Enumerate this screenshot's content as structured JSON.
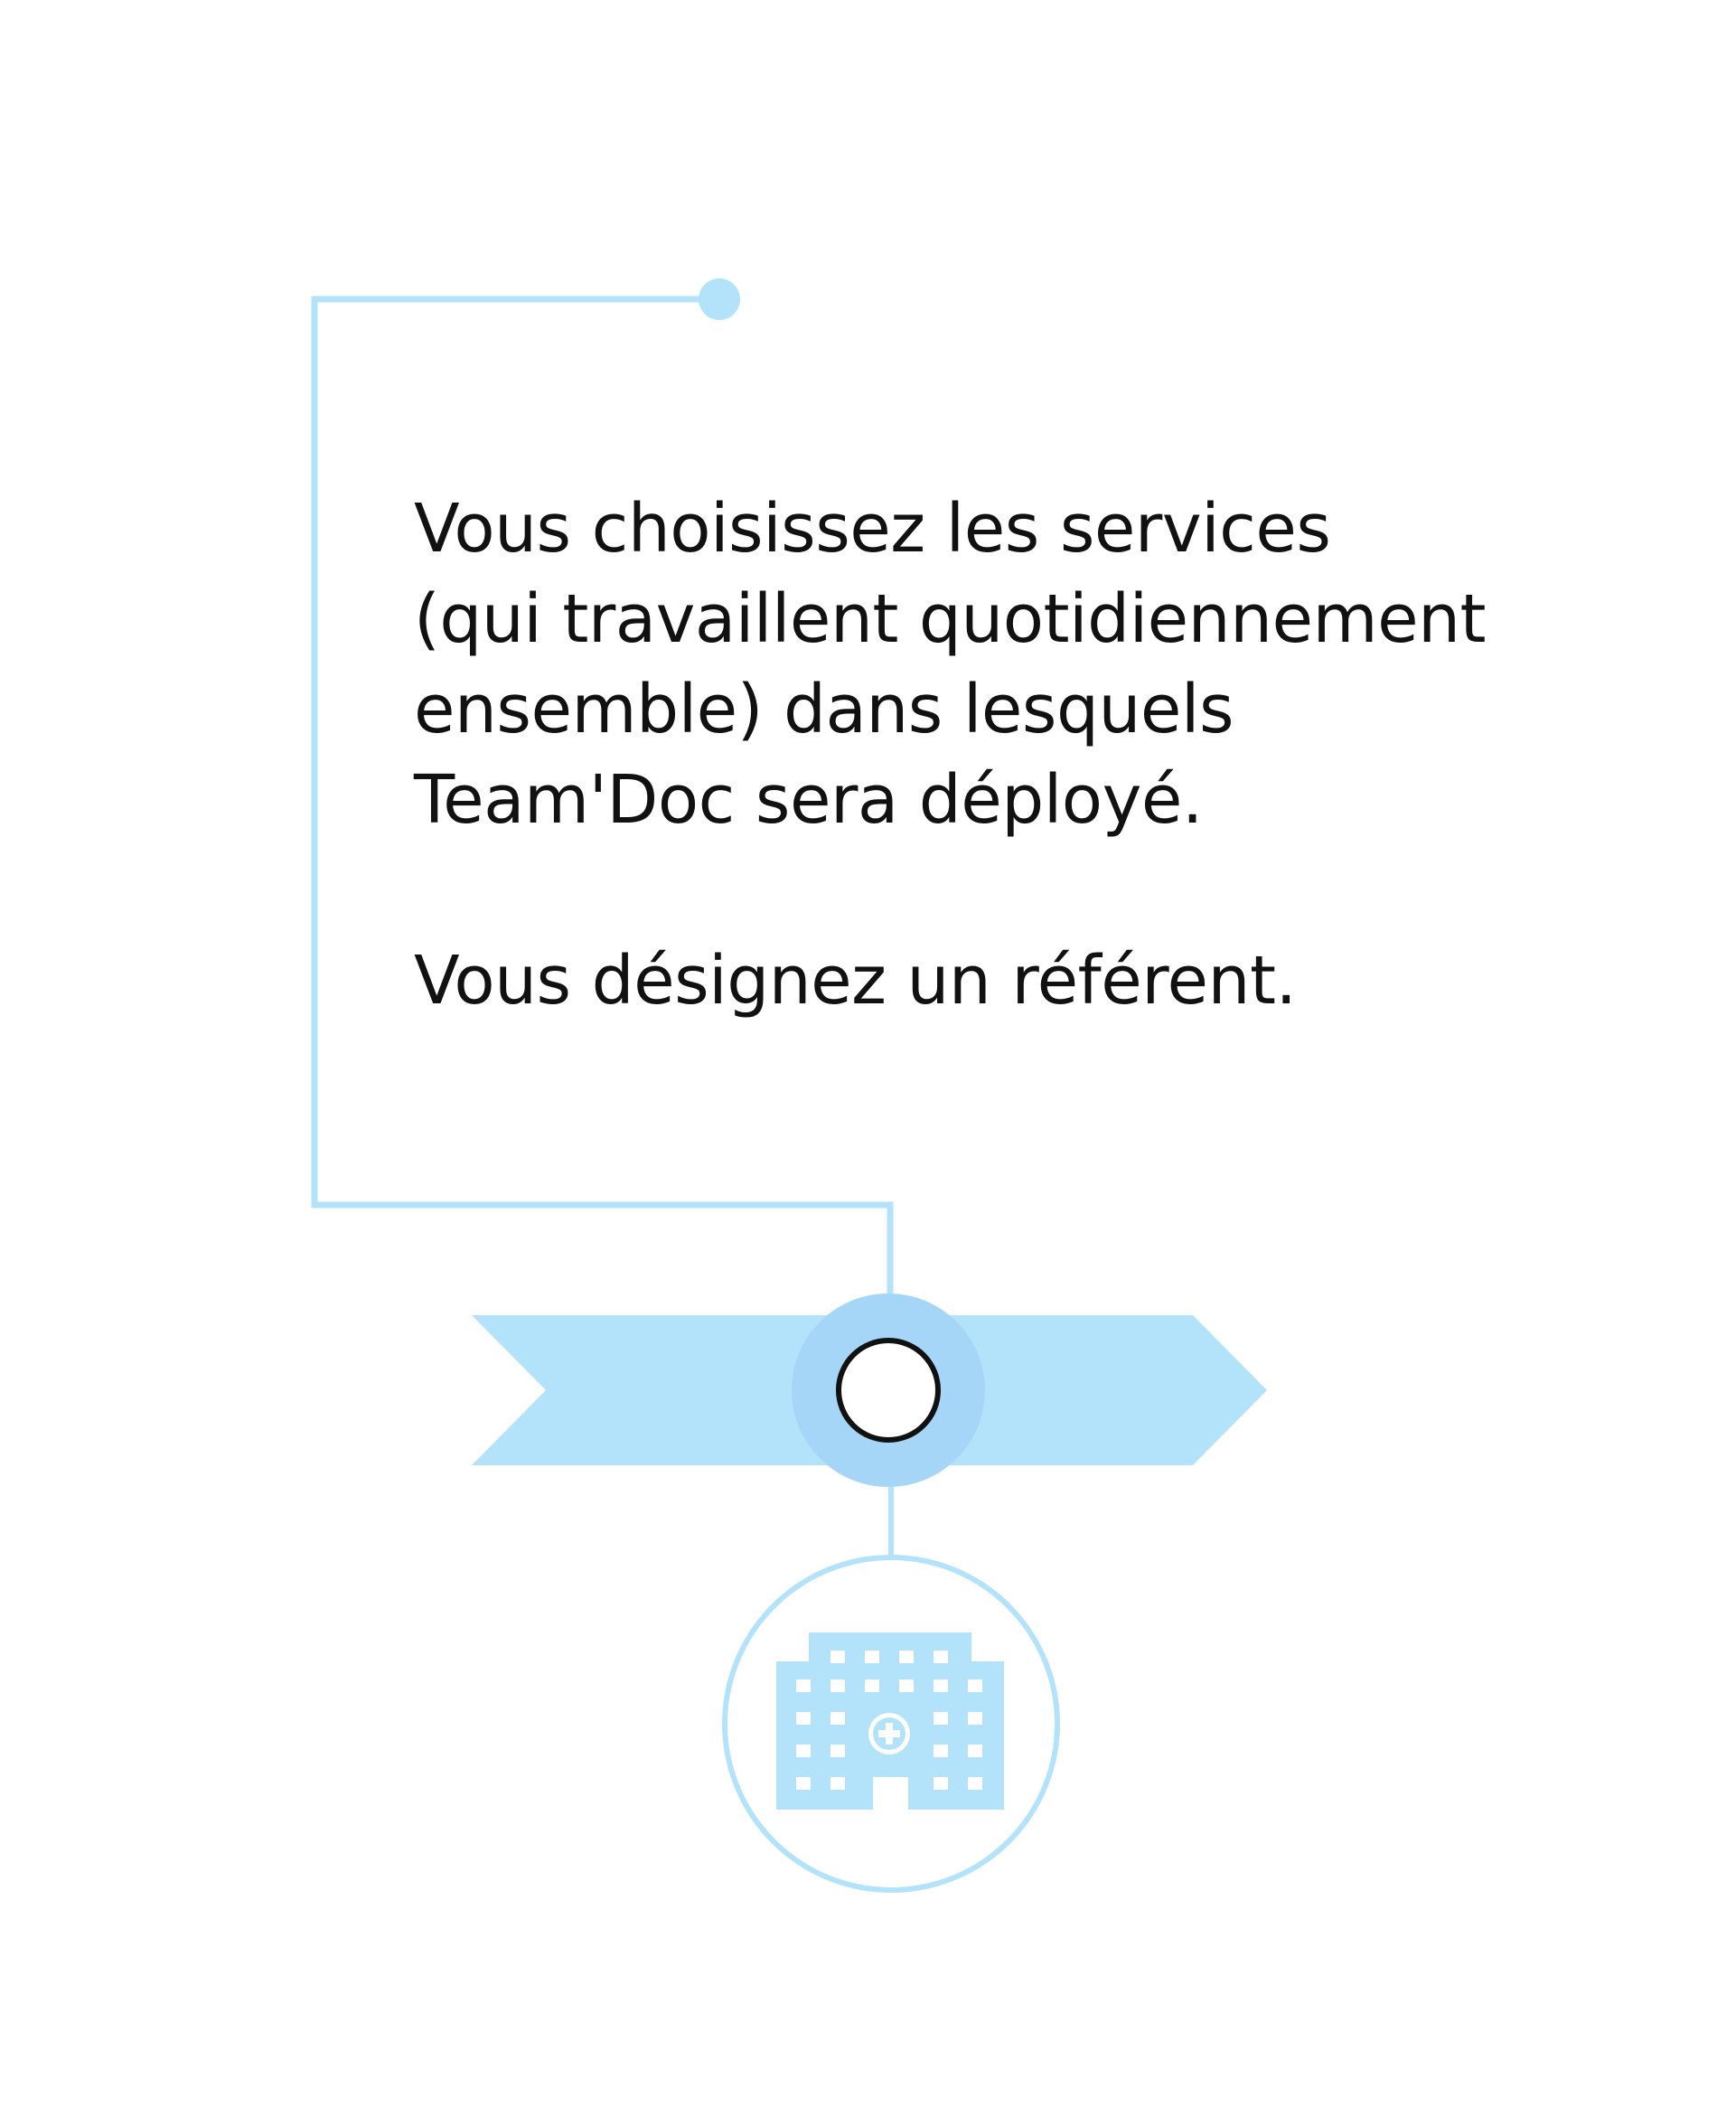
{
  "content": {
    "paragraph_1": [
      "Vous choisissez les services",
      "(qui travaillent quotidiennement",
      "ensemble) dans lesquels",
      "Team'Doc sera déployé."
    ],
    "paragraph_2": "Vous désignez un référent."
  },
  "colors": {
    "accent_light": "#b3e3fa",
    "accent_mid": "#a5d6f7",
    "text": "#111111",
    "background": "#ffffff"
  },
  "icons": {
    "top_node": "dot-icon",
    "center_node": "ring-icon",
    "bottom_node": "hospital-icon"
  }
}
